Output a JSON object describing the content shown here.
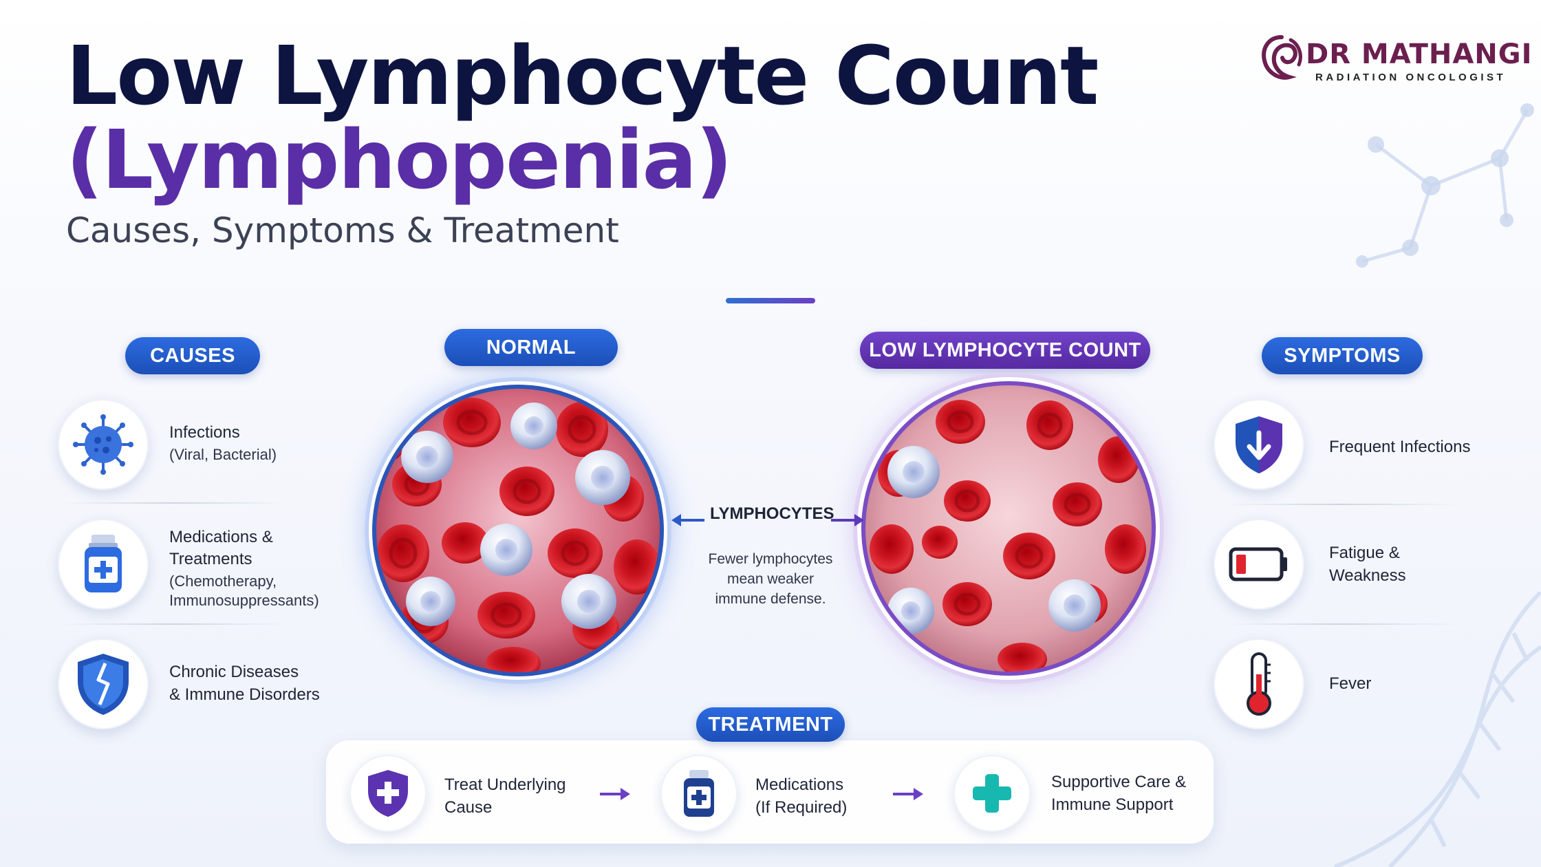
{
  "title": {
    "line1": "Low Lymphocyte Count",
    "line2": "(Lymphopenia)",
    "subtitle": "Causes, Symptoms & Treatment"
  },
  "logo": {
    "name": "DR MATHANGI",
    "tagline": "RADIATION ONCOLOGIST"
  },
  "causes": {
    "heading": "CAUSES",
    "items": [
      {
        "icon": "virus-icon",
        "title": "Infections",
        "detail": "(Viral, Bacterial)"
      },
      {
        "icon": "medicine-bottle-icon",
        "title_line1": "Medications &",
        "title_line2": "Treatments",
        "detail_line1": "(Chemotherapy,",
        "detail_line2": "Immunosuppressants)"
      },
      {
        "icon": "cracked-shield-icon",
        "title_line1": "Chronic Diseases",
        "title_line2": "& Immune Disorders"
      }
    ]
  },
  "comparison": {
    "normal_label": "NORMAL",
    "low_label": "LOW LYMPHOCYTE COUNT",
    "lymphocytes_label": "LYMPHOCYTES",
    "description": [
      "Fewer lymphocytes",
      "mean weaker",
      "immune defense."
    ]
  },
  "symptoms": {
    "heading": "SYMPTOMS",
    "items": [
      {
        "icon": "shield-down-arrow-icon",
        "label": "Frequent Infections"
      },
      {
        "icon": "low-battery-icon",
        "label_line1": "Fatigue &",
        "label_line2": "Weakness"
      },
      {
        "icon": "thermometer-icon",
        "label": "Fever"
      }
    ]
  },
  "treatment": {
    "heading": "TREATMENT",
    "steps": [
      {
        "icon": "shield-plus-icon",
        "line1": "Treat Underlying",
        "line2": "Cause"
      },
      {
        "icon": "medicine-bottle-icon",
        "line1": "Medications",
        "line2": "(If Required)"
      },
      {
        "icon": "medical-cross-icon",
        "line1": "Supportive Care &",
        "line2": "Immune Support"
      }
    ]
  },
  "colors": {
    "title_dark": "#0d1440",
    "title_purple": "#5a2ea6",
    "blue_pill": "#2d6be0",
    "purple_pill": "#7143c9",
    "rbc_red": "#c9141e",
    "teal_cross": "#17b8b0"
  }
}
